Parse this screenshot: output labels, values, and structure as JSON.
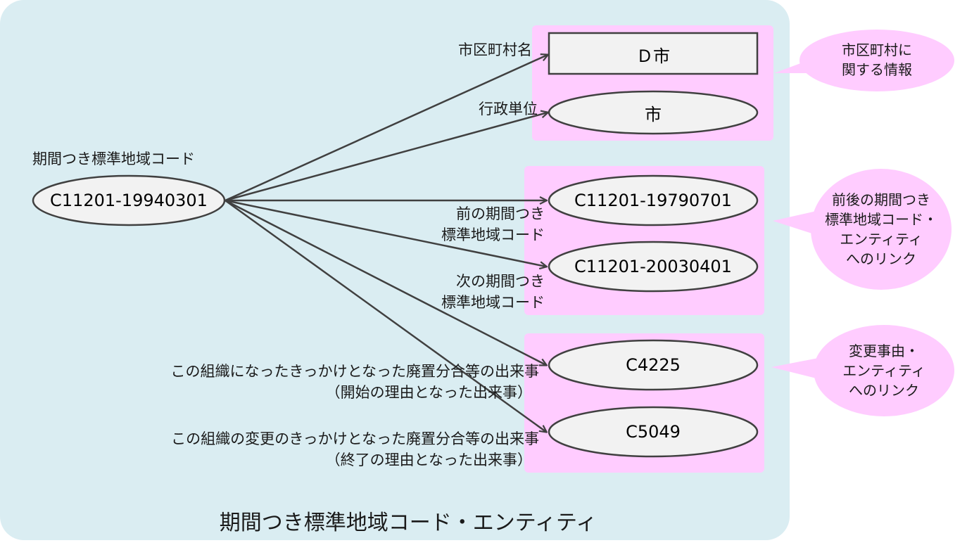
{
  "source_code_label": "期間つき標準地域コード",
  "source_code": "C11201-19940301",
  "groups": {
    "municipality": {
      "name_label": "市区町村名",
      "name_value": "Ｄ市",
      "unit_label": "行政単位",
      "unit_value": "市",
      "callout": "市区町村に\n関する情報"
    },
    "links": {
      "prev_label": "前の期間つき\n標準地域コード",
      "prev_value": "C11201-19790701",
      "next_label": "次の期間つき\n標準地域コード",
      "next_value": "C11201-20030401",
      "callout": "前後の期間つき\n標準地域コード・\nエンティティ\nへのリンク"
    },
    "events": {
      "start_label_1": "この組織になったきっかけとなった廃置分合等の出来事",
      "start_label_2": "（開始の理由となった出来事）",
      "start_value": "C4225",
      "end_label_1": "この組織の変更のきっかけとなった廃置分合等の出来事",
      "end_label_2": "（終了の理由となった出来事）",
      "end_value": "C5049",
      "callout": "変更事由・\nエンティティ\nへのリンク"
    }
  },
  "footer_title": "期間つき標準地域コード・エンティティ",
  "colors": {
    "entity_background": "#daedf2",
    "group_background": "#ffccff",
    "node_fill": "#f2f2f2",
    "stroke": "#404040"
  }
}
